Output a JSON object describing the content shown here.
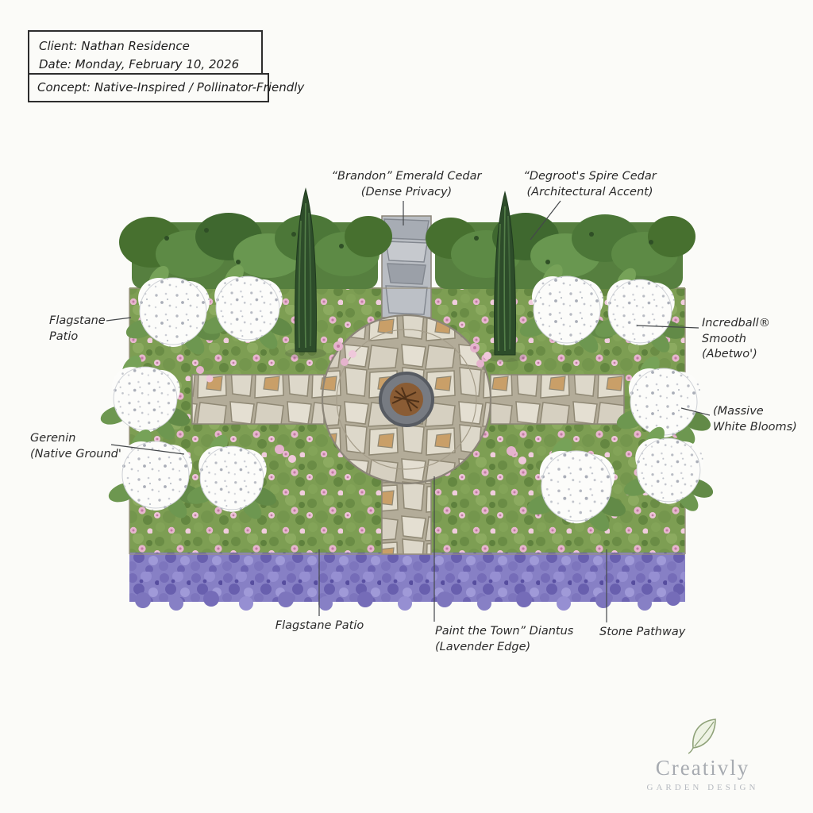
{
  "info_box": {
    "client": "Client: Nathan Residence",
    "date": "Date: Monday, February 10, 2026",
    "concept": "Concept: Native-Inspired / Pollinator-Friendly"
  },
  "labels": {
    "brandon": [
      "“Brandon” Emerald Cedar",
      "(Dense Privacy)"
    ],
    "degroot": [
      "“Degroot's Spire Cedar",
      "(Architectural Accent)"
    ],
    "flagstone_left": [
      "Flagstane",
      "Patio"
    ],
    "geranium": [
      "Gerenin",
      "(Native Ground'"
    ],
    "incrediball": [
      "Incredball®",
      "Smooth",
      "(Abetwo')"
    ],
    "massive": [
      "(Massive",
      "White Blooms)"
    ],
    "flagstone_bottom": [
      "Flagstane Patio"
    ],
    "dianthus": [
      "Paint the Town” Diantus",
      "(Lavender Edge)"
    ],
    "stone_pathway": [
      "Stone Pathway"
    ]
  },
  "logo": {
    "name": "Creativly",
    "subtitle": "Garden Design"
  },
  "colors": {
    "hedge_green": "#4c7738",
    "groundcover_green": "#7d9e53",
    "lavender_border": "#8780c5",
    "flagstone_beige": "#ddd8ca",
    "stone_gray": "#b9bdc3",
    "blossom_pink": "#e7b6ce",
    "hydrangea_white": "#fcfcfa",
    "firepit_rust": "#8a5c34"
  }
}
